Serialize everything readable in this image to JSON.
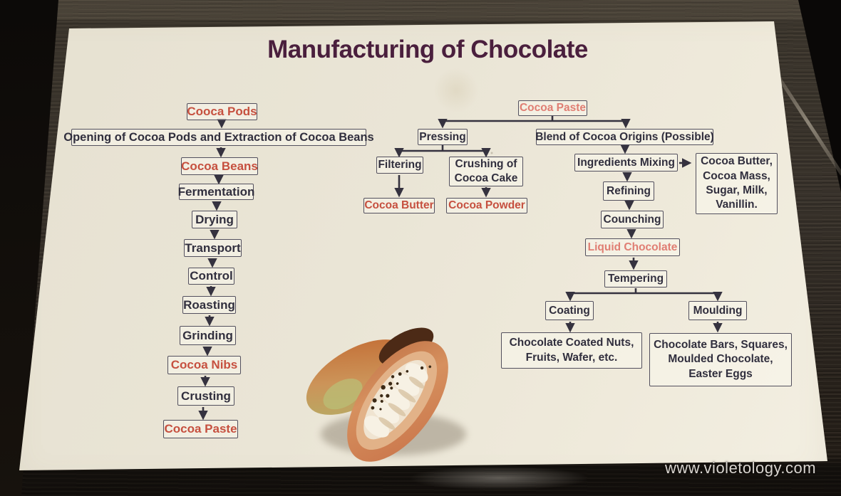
{
  "title": "Manufacturing of Chocolate",
  "watermark": "www.violetology.com",
  "colors": {
    "card_background": "#eae5d6",
    "title_ink": "#4a1f3d",
    "box_ink": "#312f3e",
    "red_label": "#c6503f",
    "red_label_light": "#e07e73",
    "wood_table": "#2e2822"
  },
  "illustration": {
    "name": "cocoa-pods-photo",
    "description": "Whole cocoa pod and halved cocoa pod showing white beans"
  },
  "flowchart": {
    "nodes": {
      "cooca_pods": {
        "label": "Cooca Pods",
        "color": "red"
      },
      "opening": {
        "label": "Opening of Cocoa Pods and Extraction of Cocoa Beans",
        "color": "dark"
      },
      "cocoa_beans": {
        "label": "Cocoa Beans",
        "color": "red"
      },
      "fermentation": {
        "label": "Fermentation",
        "color": "dark"
      },
      "drying": {
        "label": "Drying",
        "color": "dark"
      },
      "transport": {
        "label": "Transport",
        "color": "dark"
      },
      "control": {
        "label": "Control",
        "color": "dark"
      },
      "roasting": {
        "label": "Roasting",
        "color": "dark"
      },
      "grinding": {
        "label": "Grinding",
        "color": "dark"
      },
      "cocoa_nibs": {
        "label": "Cocoa Nibs",
        "color": "red"
      },
      "crusting": {
        "label": "Crusting",
        "color": "dark"
      },
      "cocoa_paste_left": {
        "label": "Cocoa Paste",
        "color": "red"
      },
      "cocoa_paste_right": {
        "label": "Cocoa Paste",
        "color": "red-light"
      },
      "pressing": {
        "label": "Pressing",
        "color": "dark"
      },
      "blend": {
        "label": "Blend of Cocoa Origins (Possible)",
        "color": "dark"
      },
      "filtering": {
        "label": "Filtering",
        "color": "dark"
      },
      "crushing": {
        "label": "Crushing of\nCocoa Cake",
        "color": "dark"
      },
      "cocoa_butter": {
        "label": "Cocoa Butter",
        "color": "red"
      },
      "cocoa_powder": {
        "label": "Cocoa Powder",
        "color": "red"
      },
      "ingredients_mixing": {
        "label": "Ingredients Mixing",
        "color": "dark"
      },
      "mixing_ingredients_list": {
        "label": "Cocoa Butter,\nCocoa Mass,\nSugar, Milk,\nVanillin.",
        "color": "dark"
      },
      "refining": {
        "label": "Refining",
        "color": "dark"
      },
      "counching": {
        "label": "Counching",
        "color": "dark"
      },
      "liquid_chocolate": {
        "label": "Liquid Chocolate",
        "color": "red-light"
      },
      "tempering": {
        "label": "Tempering",
        "color": "dark"
      },
      "coating": {
        "label": "Coating",
        "color": "dark"
      },
      "moulding": {
        "label": "Moulding",
        "color": "dark"
      },
      "coated_products": {
        "label": "Chocolate Coated Nuts,\nFruits, Wafer, etc.",
        "color": "dark"
      },
      "moulded_products": {
        "label": "Chocolate Bars, Squares,\nMoulded Chocolate,\nEaster Eggs",
        "color": "dark"
      }
    }
  }
}
